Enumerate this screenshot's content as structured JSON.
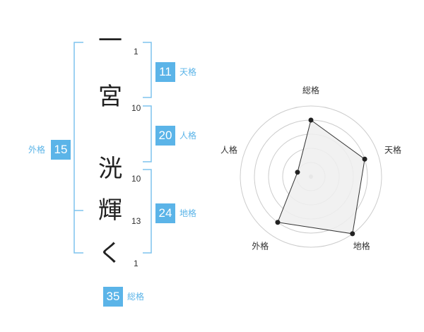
{
  "name_characters": [
    {
      "char": "一",
      "strokes": "1"
    },
    {
      "char": "宮",
      "strokes": "10"
    },
    {
      "char": "洸",
      "strokes": "10"
    },
    {
      "char": "輝",
      "strokes": "13"
    },
    {
      "char": "く",
      "strokes": "1"
    }
  ],
  "fortunes": {
    "tenkaku": {
      "label": "天格",
      "value": "11"
    },
    "jinkaku": {
      "label": "人格",
      "value": "20"
    },
    "chikaku": {
      "label": "地格",
      "value": "24"
    },
    "gaikaku": {
      "label": "外格",
      "value": "15"
    },
    "soukaku": {
      "label": "総格",
      "value": "35"
    }
  },
  "colors": {
    "accent": "#5bb4e8",
    "badge": "#5bb4e8",
    "bracket": "#7ec3ee",
    "radar_fill": "#eeeeee",
    "radar_ring": "#cccccc",
    "radar_line": "#333333"
  },
  "chart_data": {
    "type": "radar",
    "axes": [
      "総格",
      "天格",
      "地格",
      "外格",
      "人格"
    ],
    "values": [
      4,
      4,
      5,
      4,
      1
    ],
    "max": 5,
    "rings": 5,
    "grid": true
  }
}
